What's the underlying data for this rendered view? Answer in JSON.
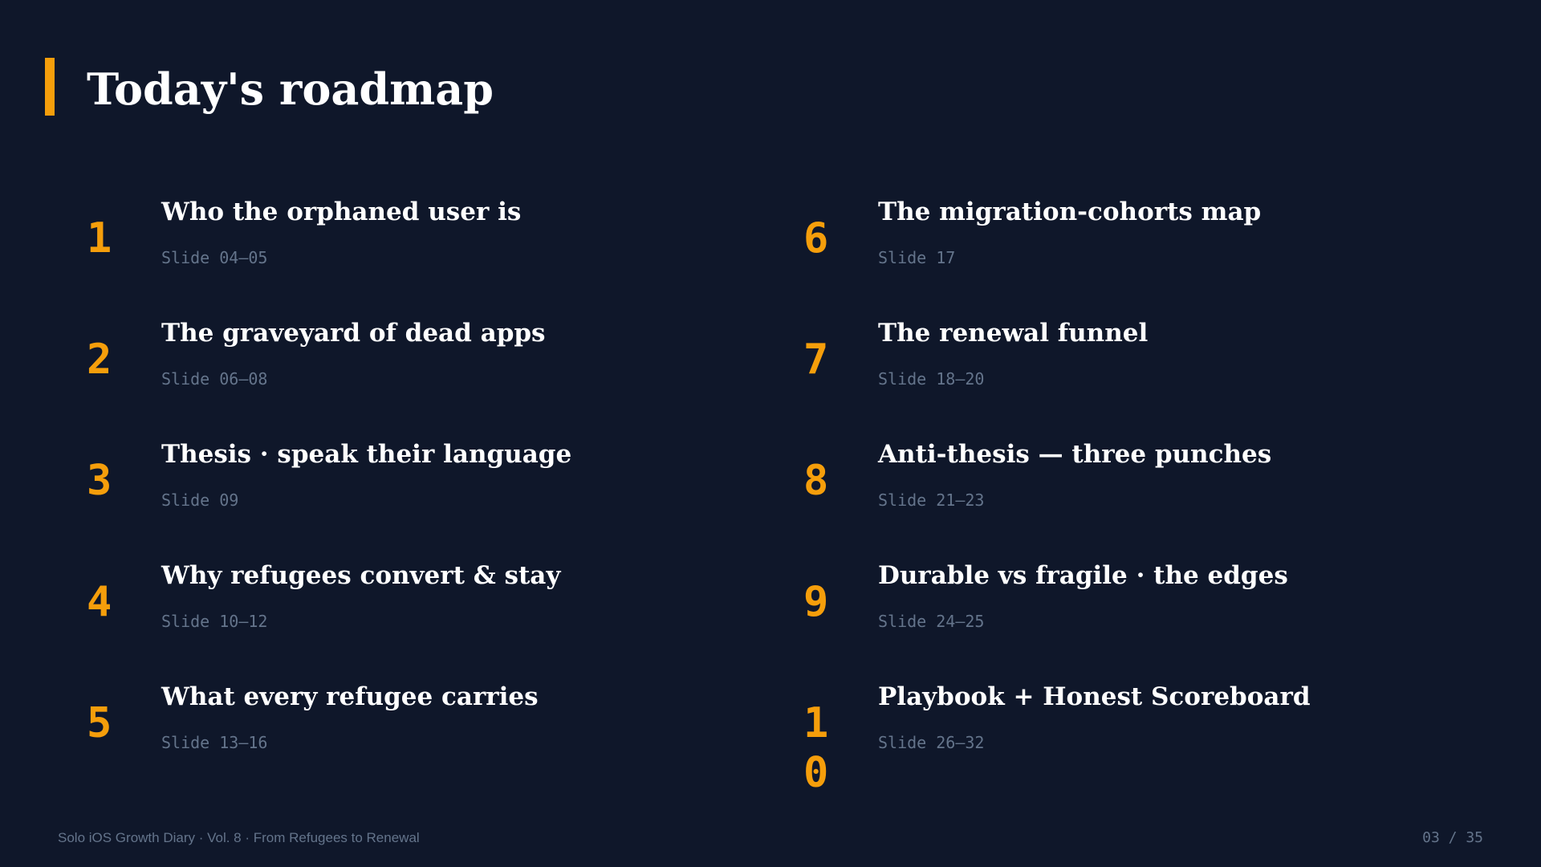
{
  "header": {
    "title": "Today's roadmap"
  },
  "roadmap": {
    "left": [
      {
        "number": "1",
        "title": "Who the orphaned user is",
        "slides": "Slide 04–05"
      },
      {
        "number": "2",
        "title": "The graveyard of dead apps",
        "slides": "Slide 06–08"
      },
      {
        "number": "3",
        "title": "Thesis · speak their language",
        "slides": "Slide 09"
      },
      {
        "number": "4",
        "title": "Why refugees convert & stay",
        "slides": "Slide 10–12"
      },
      {
        "number": "5",
        "title": "What every refugee carries",
        "slides": "Slide 13–16"
      }
    ],
    "right": [
      {
        "number": "6",
        "title": "The migration-cohorts map",
        "slides": "Slide 17"
      },
      {
        "number": "7",
        "title": "The renewal funnel",
        "slides": "Slide 18–20"
      },
      {
        "number": "8",
        "title": "Anti-thesis — three punches",
        "slides": "Slide 21–23"
      },
      {
        "number": "9",
        "title": "Durable vs fragile · the edges",
        "slides": "Slide 24–25"
      },
      {
        "number": "10",
        "title": "Playbook + Honest Scoreboard",
        "slides": "Slide 26–32"
      }
    ]
  },
  "footer": {
    "deck_title": "Solo iOS Growth Diary · Vol. 8 · From Refugees to Renewal",
    "page_indicator": "03 / 35"
  },
  "colors": {
    "background": "#0f172a",
    "accent": "#f59e0b",
    "muted": "#64748b"
  }
}
